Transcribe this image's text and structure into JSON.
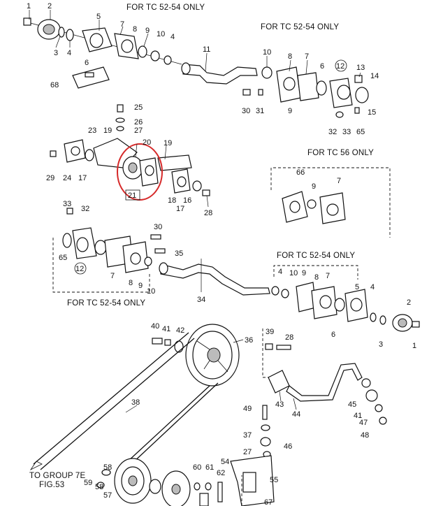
{
  "notes": {
    "tc_52_54_top_left": "FOR TC 52-54 ONLY",
    "tc_52_54_top_right": "FOR TC 52-54 ONLY",
    "tc_56": "FOR TC 56 ONLY",
    "tc_52_54_mid_right": "FOR TC 52-54 ONLY",
    "tc_52_54_mid_left": "FOR TC 52-54 ONLY",
    "group_ref_line1": "TO GROUP 7E",
    "group_ref_line2": "FIG.53"
  },
  "callouts": {
    "c1": "1",
    "c2": "2",
    "c3": "3",
    "c4": "4",
    "c5": "5",
    "c6": "6",
    "c7": "7",
    "c8": "8",
    "c9": "9",
    "c10": "10",
    "c11": "11",
    "c12": "12",
    "c13": "13",
    "c14": "14",
    "c15": "15",
    "c16": "16",
    "c17": "17",
    "c18": "18",
    "c19": "19",
    "c20": "20",
    "c21": "21",
    "c23": "23",
    "c24": "24",
    "c25": "25",
    "c26": "26",
    "c27": "27",
    "c28": "28",
    "c29": "29",
    "c30": "30",
    "c31": "31",
    "c32": "32",
    "c33": "33",
    "c34": "34",
    "c35": "35",
    "c36": "36",
    "c37": "37",
    "c38": "38",
    "c39": "39",
    "c40": "40",
    "c41": "41",
    "c42": "42",
    "c43": "43",
    "c44": "44",
    "c45": "45",
    "c46": "46",
    "c47": "47",
    "c48": "48",
    "c49": "49",
    "c54": "54",
    "c55": "55",
    "c57": "57",
    "c58": "58",
    "c59": "59",
    "c60": "60",
    "c61": "61",
    "c62": "62",
    "c65": "65",
    "c66": "66",
    "c67": "67",
    "c68": "68"
  },
  "colors": {
    "highlight": "#d62a2a",
    "ink": "#111111"
  }
}
